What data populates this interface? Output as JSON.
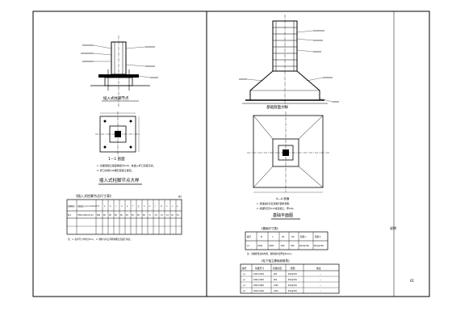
{
  "sheet": {
    "right_margin_note": "说明",
    "page_number": "01"
  },
  "left_panel": {
    "elevation_title": "插入式柱脚节点",
    "plan_title": "1—1 剖面",
    "detail_title": "插入式柱脚节点大样",
    "note_1": "1. 基础混凝土强度等级为C30，柱插入杯口深度见表。",
    "note_2": "2. 杯口内用C40细石混凝土灌实。",
    "table_title": "《插入式柱脚节点尺寸表》",
    "table_headers": [
      "柱脚编号",
      "柱截面尺寸 b×h×tw×tf",
      "H",
      "a",
      "b",
      "c",
      "d",
      "e",
      "f",
      "g",
      "h",
      "k",
      "l",
      "m",
      "n",
      "o",
      "p",
      "备注"
    ],
    "table_rows": [
      [
        "ZJ-1",
        "H300×200×6×10",
        "800",
        "90",
        "90",
        "60",
        "60",
        "40",
        "50",
        "60",
        "60",
        "8",
        "10",
        "12",
        "14",
        "16",
        "10",
        ""
      ]
    ],
    "table_note": "注：1. 表中尺寸单位为mm。 2. 钢柱与杯口间隙用细石混凝土填实。"
  },
  "right_panel": {
    "section_title": "基础剖面大样",
    "plan_title": "基础平面图",
    "section_mark": "A—A 剖面",
    "note_1": "1. 基础底标高见基础平面布置图。",
    "note_2": "2. 基础垫层为C15素混凝土，厚100。",
    "table1_title": "《基础尺寸表》",
    "table1_headers": [
      "编号",
      "B",
      "L",
      "H1",
      "H2",
      "配筋①",
      "配筋②"
    ],
    "table1_rows": [
      [
        "J-1",
        "2400",
        "2400",
        "600",
        "300",
        "Φ12@150",
        "Φ12@150"
      ]
    ],
    "table1_note": "注：基础配筋双向布置，钢筋保护层厚度40mm。",
    "table2_title": "《柱下独立基础参数表》",
    "table2_headers": [
      "编号",
      "基础尺寸",
      "基础高度",
      "配筋",
      "备注"
    ],
    "table2_rows": [
      [
        "J-1",
        "2400×2400",
        "900",
        "Φ12@150",
        "—"
      ],
      [
        "J-2",
        "2600×2600",
        "900",
        "Φ12@150",
        "—"
      ],
      [
        "J-3",
        "2800×2800",
        "1000",
        "Φ14@150",
        "—"
      ],
      [
        "J-4",
        "3000×3000",
        "1000",
        "Φ14@150",
        "—"
      ]
    ]
  }
}
